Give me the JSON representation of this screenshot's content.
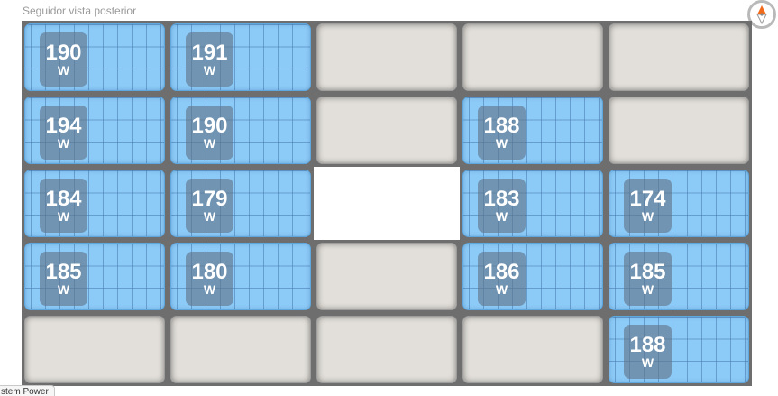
{
  "header": {
    "title": "Seguidor vista posterior"
  },
  "compass": {
    "icon": "compass-icon",
    "north_color": "#f26a1b"
  },
  "footer": {
    "tab_label": "stem Power"
  },
  "colors": {
    "panel_blue": "#8ccaf7",
    "empty_panel": "#e2dfda",
    "frame": "#6e6e6e"
  },
  "panels": [
    {
      "status": "active",
      "value": "190",
      "unit": "W"
    },
    {
      "status": "active",
      "value": "191",
      "unit": "W"
    },
    {
      "status": "empty"
    },
    {
      "status": "empty"
    },
    {
      "status": "empty"
    },
    {
      "status": "active",
      "value": "194",
      "unit": "W"
    },
    {
      "status": "active",
      "value": "190",
      "unit": "W"
    },
    {
      "status": "empty"
    },
    {
      "status": "active",
      "value": "188",
      "unit": "W"
    },
    {
      "status": "empty"
    },
    {
      "status": "active",
      "value": "184",
      "unit": "W"
    },
    {
      "status": "active",
      "value": "179",
      "unit": "W"
    },
    {
      "status": "blank"
    },
    {
      "status": "active",
      "value": "183",
      "unit": "W"
    },
    {
      "status": "active",
      "value": "174",
      "unit": "W"
    },
    {
      "status": "active",
      "value": "185",
      "unit": "W"
    },
    {
      "status": "active",
      "value": "180",
      "unit": "W"
    },
    {
      "status": "empty"
    },
    {
      "status": "active",
      "value": "186",
      "unit": "W"
    },
    {
      "status": "active",
      "value": "185",
      "unit": "W"
    },
    {
      "status": "empty"
    },
    {
      "status": "empty"
    },
    {
      "status": "empty"
    },
    {
      "status": "empty"
    },
    {
      "status": "active",
      "value": "188",
      "unit": "W"
    }
  ]
}
